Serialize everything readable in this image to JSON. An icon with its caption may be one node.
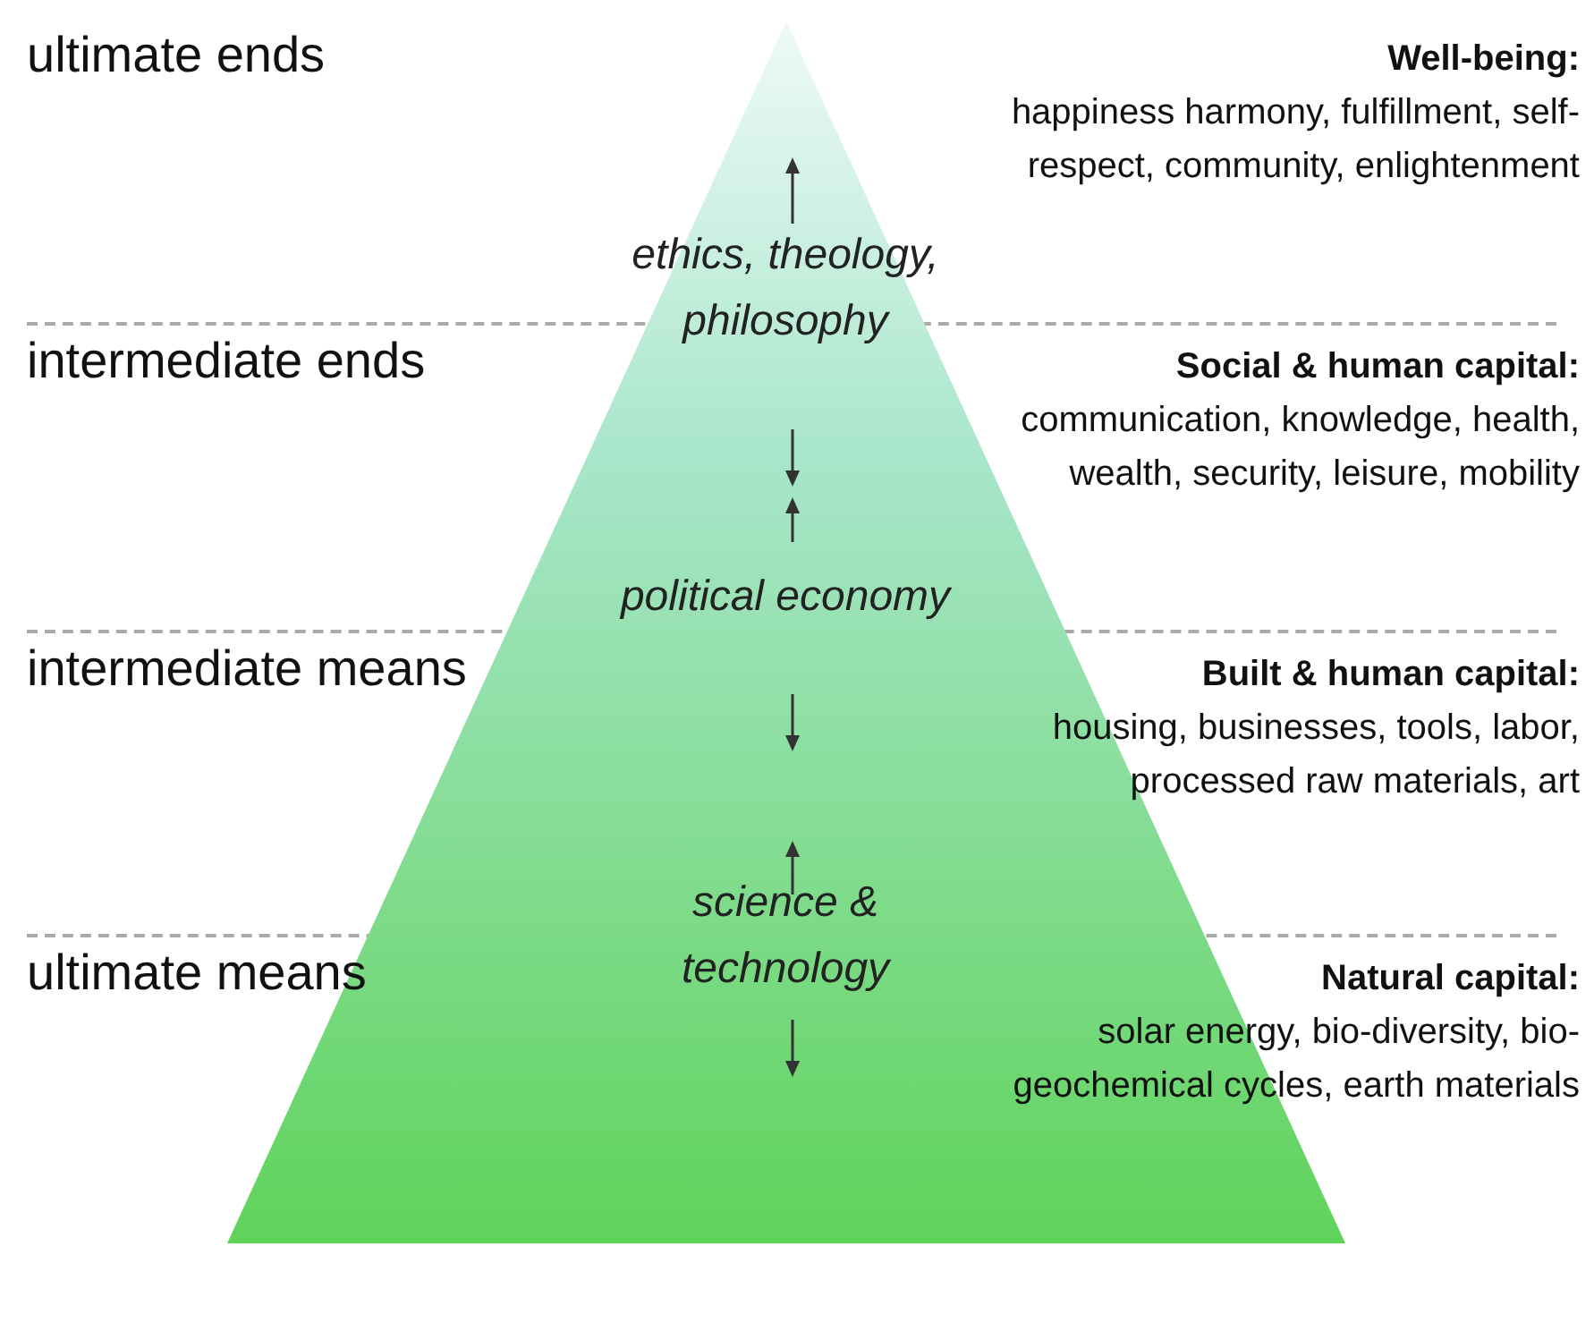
{
  "diagram": {
    "nodes": [
      {
        "text": [
          "ethics, theology, philosophy",
          "political economy",
          "science & technology"
        ]
      }
    ],
    "edges": [],
    "labels": [
      "ultimate ends",
      "Well-being:",
      "happiness harmony, fulfillment, self-respect, community, enlightenment",
      "intermediate ends",
      "Social & human capital:",
      "communication, knowledge, health, wealth, security, leisure, mobility",
      "intermediate means",
      "Built & human capital:",
      "housing, businesses, tools, labor, processed raw materials, art",
      "ultimate means",
      "Natural capital:",
      "solar energy, bio-diversity, bio-geochemical cycles, earth materials"
    ]
  }
}
